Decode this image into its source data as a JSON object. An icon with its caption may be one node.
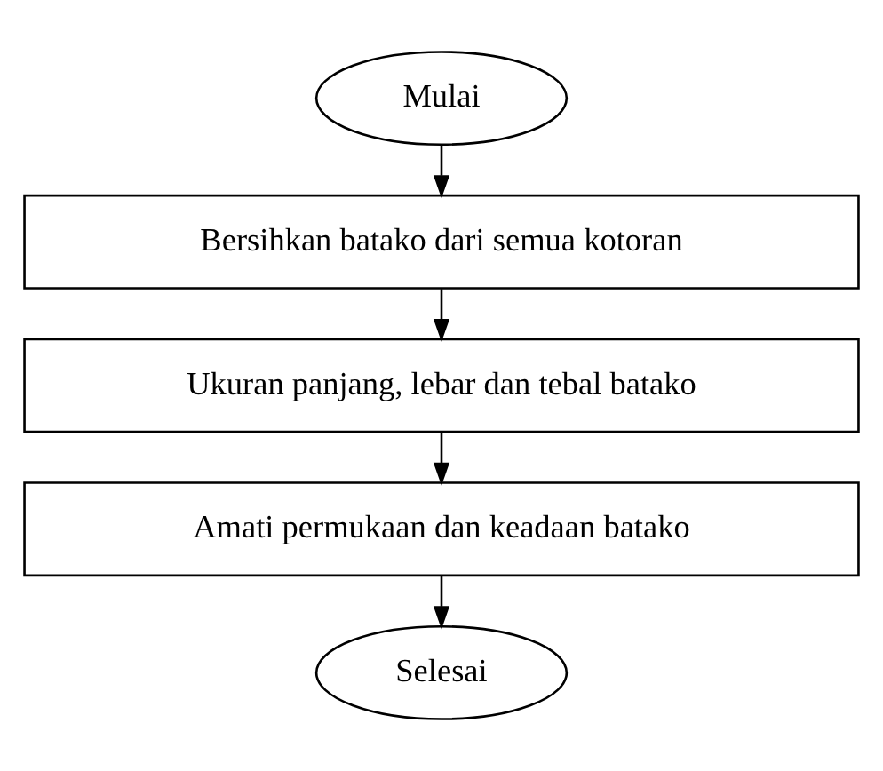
{
  "diagram": {
    "nodes": [
      {
        "text": [
          "Mulai"
        ]
      },
      {
        "text": [
          "Bersihkan batako dari semua kotoran"
        ]
      },
      {
        "text": [
          "Ukuran panjang, lebar dan tebal batako"
        ]
      },
      {
        "text": [
          "Amati permukaan dan keadaan batako"
        ]
      },
      {
        "text": [
          "Selesai"
        ]
      }
    ],
    "edges": [
      {
        "from": 0,
        "to": 1,
        "arrow": "to"
      },
      {
        "from": 1,
        "to": 2,
        "arrow": "to"
      },
      {
        "from": 2,
        "to": 3,
        "arrow": "to"
      },
      {
        "from": 3,
        "to": 4,
        "arrow": "to"
      }
    ]
  }
}
